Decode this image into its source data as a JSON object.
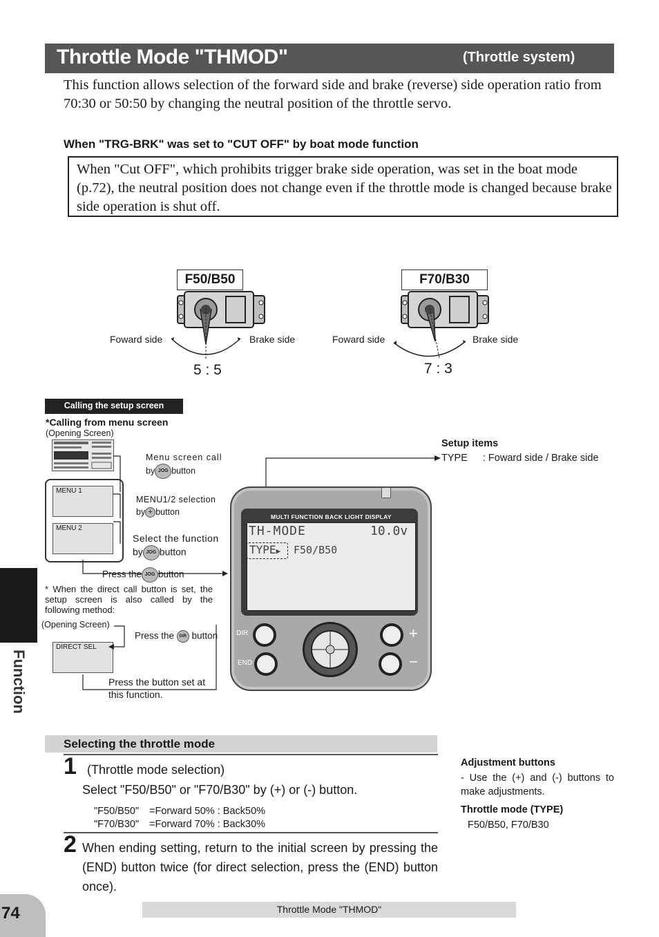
{
  "header": {
    "title": "Throttle Mode \"THMOD\"",
    "subtitle": "(Throttle system)"
  },
  "intro": "This function allows selection of the forward side and brake (reverse) side operation ratio from 70:30 or 50:50 by changing the neutral position of the throttle servo.",
  "cutoff": {
    "heading_parts": [
      "When \"",
      "TRG-BRK",
      "\" was set to \"",
      "CUT OFF",
      "\" by boat mode function"
    ],
    "note": "When \"Cut OFF\", which prohibits trigger brake side operation, was set in the boat mode (p.72), the neutral position does not change even if the throttle mode is changed because brake side operation is shut off."
  },
  "servos": [
    {
      "label": "F50/B50",
      "forward": "Foward side",
      "brake": "Brake side",
      "ratio": "5 : 5"
    },
    {
      "label": "F70/B30",
      "forward": "Foward side",
      "brake": "Brake side",
      "ratio": "7 : 3"
    }
  ],
  "setup": {
    "tag": "Calling the setup screen",
    "from_menu": "*Calling from menu screen",
    "opening_screen": "(Opening Screen)",
    "menu_call": "Menu screen call",
    "by": "by",
    "button": "button",
    "jog": "JOG",
    "dir": "DIR",
    "menu1": "MENU 1",
    "menu2": "MENU 2",
    "menu_selection": "MENU1/2 selection",
    "select_function": "Select the function",
    "press_the": "Press the",
    "direct_note": "* When the direct call button is set, the setup screen is also called by the following method:",
    "opening_screen2": "(Opening Screen)",
    "direct_sel": "DIRECT SEL",
    "press_set": "Press the button set at this function."
  },
  "setup_items": {
    "heading": "Setup items",
    "key": "TYPE",
    "value": ": Foward side / Brake side"
  },
  "transmitter": {
    "menu_bar": [
      "MULTI",
      "FUNCTION",
      "BACK",
      "LIGHT",
      "DISPLAY"
    ],
    "screen_title": "TH-MODE",
    "voltage": "10.0v",
    "type_label": "TYPE",
    "type_value": "F50/B50",
    "dir_label": "DIR",
    "end_label": "END"
  },
  "section": {
    "title": "Selecting the throttle mode"
  },
  "steps": [
    {
      "num": "1",
      "title": "(Throttle mode selection)",
      "text": "Select \"F50/B50\" or \"F70/B30\" by (+) or (-) button.",
      "table": [
        {
          "key": "\"F50/B50\"",
          "value": "=Forward 50% : Back50%"
        },
        {
          "key": "\"F70/B30\"",
          "value": "=Forward 70% : Back30%"
        }
      ]
    },
    {
      "num": "2",
      "text": "When ending setting, return to the initial screen by pressing the (END) button twice (for direct selection, press the (END) button once)."
    }
  ],
  "side_notes": {
    "adj_heading": "Adjustment buttons",
    "adj_text": "- Use the (+) and (-) buttons to make adjustments.",
    "type_heading": "Throttle mode (TYPE)",
    "type_text": "F50/B50, F70/B30"
  },
  "side_tab": "Function",
  "page_number": "74",
  "footer": "Throttle Mode \"THMOD\""
}
